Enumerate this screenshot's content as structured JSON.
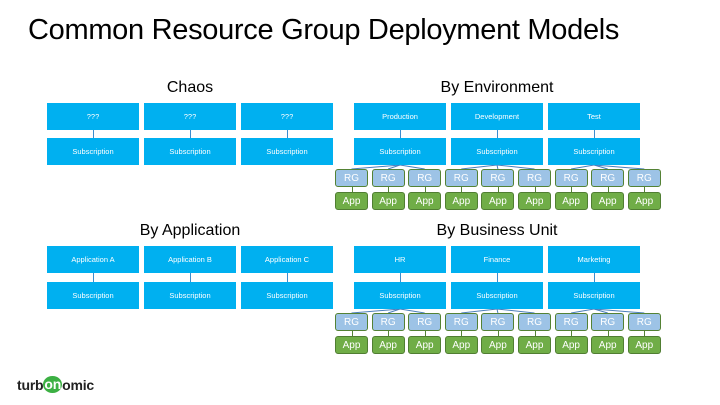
{
  "title": "Common Resource Group Deployment Models",
  "colors": {
    "box": "#00B0F0",
    "rg_fill": "#9DC3E6",
    "rg_border": "#548235",
    "app_fill": "#70AD47",
    "app_border": "#507E32",
    "logo_green": "#3cb043"
  },
  "models": [
    {
      "name": "Chaos",
      "top_boxes": [
        "???",
        "???",
        "???"
      ],
      "subscriptions": [
        "Subscription",
        "Subscription",
        "Subscription"
      ],
      "rg_children": []
    },
    {
      "name": "By Environment",
      "top_boxes": [
        "Production",
        "Development",
        "Test"
      ],
      "subscriptions": [
        "Subscription",
        "Subscription",
        "Subscription"
      ],
      "rg_children": [
        {
          "rg": "RG",
          "app": "App"
        },
        {
          "rg": "RG",
          "app": "App"
        },
        {
          "rg": "RG",
          "app": "App"
        },
        {
          "rg": "RG",
          "app": "App"
        },
        {
          "rg": "RG",
          "app": "App"
        },
        {
          "rg": "RG",
          "app": "App"
        },
        {
          "rg": "RG",
          "app": "App"
        },
        {
          "rg": "RG",
          "app": "App"
        },
        {
          "rg": "RG",
          "app": "App"
        }
      ]
    },
    {
      "name": "By Application",
      "top_boxes": [
        "Application A",
        "Application B",
        "Application C"
      ],
      "subscriptions": [
        "Subscription",
        "Subscription",
        "Subscription"
      ],
      "rg_children": []
    },
    {
      "name": "By Business Unit",
      "top_boxes": [
        "HR",
        "Finance",
        "Marketing"
      ],
      "subscriptions": [
        "Subscription",
        "Subscription",
        "Subscription"
      ],
      "rg_children": [
        {
          "rg": "RG",
          "app": "App"
        },
        {
          "rg": "RG",
          "app": "App"
        },
        {
          "rg": "RG",
          "app": "App"
        },
        {
          "rg": "RG",
          "app": "App"
        },
        {
          "rg": "RG",
          "app": "App"
        },
        {
          "rg": "RG",
          "app": "App"
        },
        {
          "rg": "RG",
          "app": "App"
        },
        {
          "rg": "RG",
          "app": "App"
        },
        {
          "rg": "RG",
          "app": "App"
        }
      ]
    }
  ],
  "logo": {
    "pre": "turb",
    "highlight": "on",
    "post": "omic"
  }
}
